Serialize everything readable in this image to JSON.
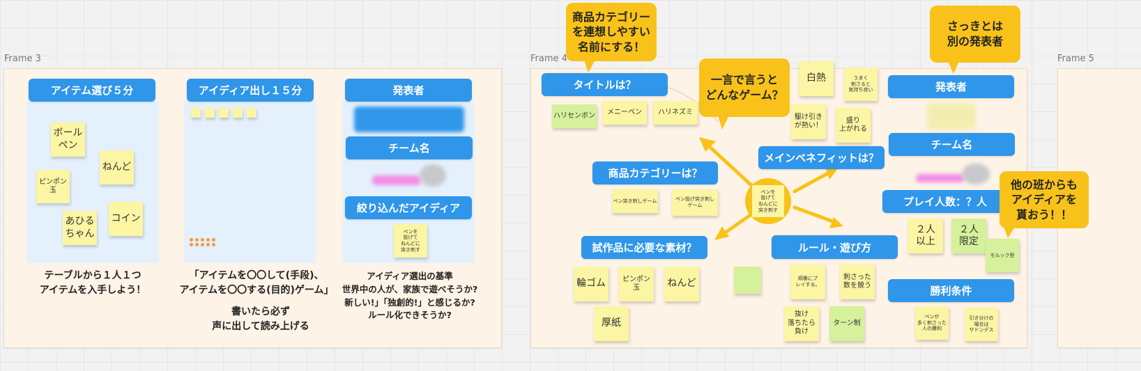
{
  "frames": {
    "frame3": "Frame 3",
    "frame4": "Frame 4",
    "frame5": "Frame 5"
  },
  "frame3": {
    "col1": {
      "header": "アイテム選び５分",
      "stickies": [
        "ボール\nペン",
        "ねんど",
        "ピンポン\n玉",
        "コイン",
        "あひる\nちゃん"
      ],
      "caption": "テーブルから１人１つ\nアイテムを入手しよう！"
    },
    "col2": {
      "header": "アイディア出し１５分",
      "caption1": "「アイテムを〇〇して(手段)、\nアイテムを〇〇する(目的)ゲーム」",
      "caption2": "書いたら必ず\n声に出して読み上げる"
    },
    "col3": {
      "header_presenter": "発表者",
      "header_team": "チーム名",
      "header_idea": "絞り込んだアイディア",
      "idea_sticky": "ペンを\n投げて\nねんどに\n突き刺す",
      "caption": "アイディア選出の基準\n世界中の人が、家族で遊べそうか?\n新しい!」「独創的!」と感じるか?\nルール化できそうか?"
    }
  },
  "frame4": {
    "headers": {
      "title": "タイトルは？",
      "category": "商品カテゴリーは？",
      "materials": "試作品に必要な素材？",
      "benefit": "メインベネフィットは？",
      "rules": "ルール・遊び方",
      "presenter": "発表者",
      "team": "チーム名",
      "players": "プレイ人数：？人",
      "win": "勝利条件"
    },
    "callouts": {
      "category": "商品カテゴリー\nを連想しやすい\n名前にする！",
      "oneword": "一言で言うと\nどんなゲーム？",
      "presenter": "さっきとは\n別の発表者",
      "others": "他の班からも\nアイディアを\n貰おう！！"
    },
    "center": "ペンを\n投げて\nねんどに\n突き刺す",
    "title_stickies": [
      "ハリセンボン",
      "メニーペン",
      "ハリネズミ"
    ],
    "category_stickies": [
      "ペン突き刺しゲーム",
      "ペン投げ突き刺し\nゲーム"
    ],
    "material_stickies": [
      "輪ゴム",
      "ピンポン\n玉",
      "ねんど",
      "厚紙"
    ],
    "benefit_stickies": [
      "白熱",
      "うまく\n刺さると\n気持ち良い",
      "駆け引き\nが熱い！",
      "盛り\n上がれる"
    ],
    "rule_stickies": [
      "順番にプ\nレイする。",
      "刺さった\n数を競う",
      "抜け\n落ちたら\n負け",
      "ターン制"
    ],
    "player_stickies": [
      "２人\n以上",
      "２人\n限定",
      "モルック型"
    ],
    "win_stickies": [
      "ペンが\n多く刺さった\n人の勝利",
      "引き分けの\n場合は\nサドンデス"
    ]
  },
  "colors": {
    "header_blue": "#2f96ea",
    "sticky_yellow": "#fbf5a4",
    "sticky_green": "#d6f19b",
    "callout_yellow": "#f8c21a",
    "frame_bg": "#fdf3e6",
    "column_bg": "#e4f0fc"
  }
}
